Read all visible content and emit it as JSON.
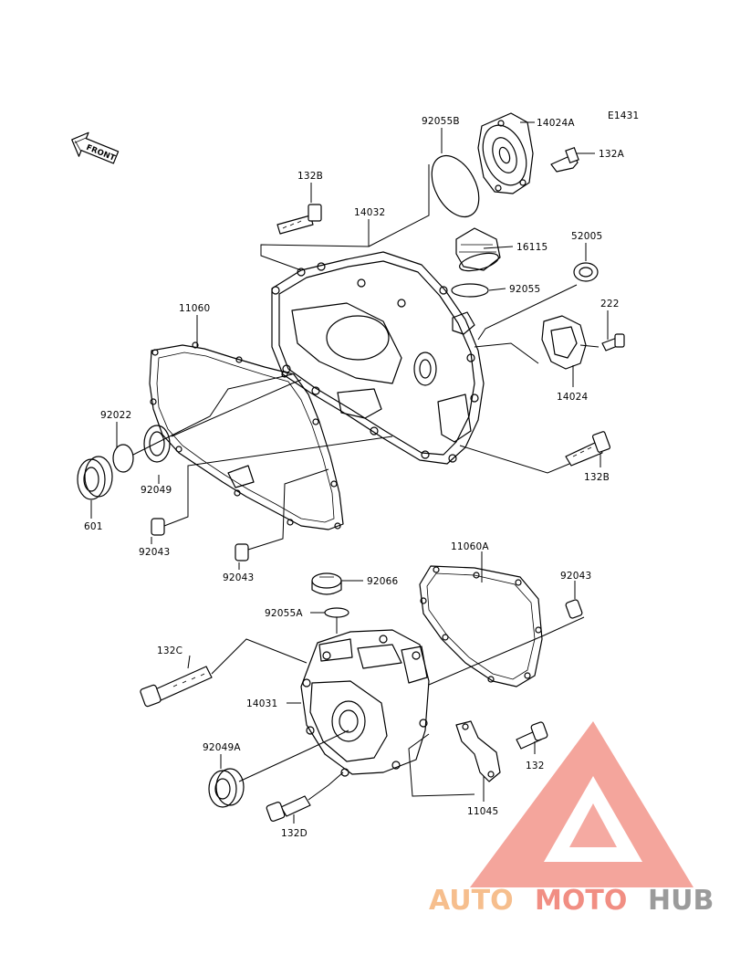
{
  "diagram_code": "E1431",
  "front_label": "FRONT",
  "watermark": {
    "part1": "AUTO",
    "part2": "MOTO",
    "part3": "HUB",
    "color_orange": "#f5b37a",
    "color_red": "#ef7b6e",
    "color_grey": "#8a8a8a"
  },
  "callouts": [
    {
      "id": "92055B",
      "text": "92055B"
    },
    {
      "id": "14024A",
      "text": "14024A"
    },
    {
      "id": "132A",
      "text": "132A"
    },
    {
      "id": "132B-top",
      "text": "132B"
    },
    {
      "id": "14032",
      "text": "14032"
    },
    {
      "id": "16115",
      "text": "16115"
    },
    {
      "id": "52005",
      "text": "52005"
    },
    {
      "id": "92055",
      "text": "92055"
    },
    {
      "id": "222",
      "text": "222"
    },
    {
      "id": "11060",
      "text": "11060"
    },
    {
      "id": "14024",
      "text": "14024"
    },
    {
      "id": "92022",
      "text": "92022"
    },
    {
      "id": "132B-right",
      "text": "132B"
    },
    {
      "id": "92049",
      "text": "92049"
    },
    {
      "id": "601",
      "text": "601"
    },
    {
      "id": "92043-left",
      "text": "92043"
    },
    {
      "id": "92043-mid",
      "text": "92043"
    },
    {
      "id": "11060A",
      "text": "11060A"
    },
    {
      "id": "92043-right",
      "text": "92043"
    },
    {
      "id": "92066",
      "text": "92066"
    },
    {
      "id": "92055A",
      "text": "92055A"
    },
    {
      "id": "132C",
      "text": "132C"
    },
    {
      "id": "14031",
      "text": "14031"
    },
    {
      "id": "92049A",
      "text": "92049A"
    },
    {
      "id": "132",
      "text": "132"
    },
    {
      "id": "11045",
      "text": "11045"
    },
    {
      "id": "132D",
      "text": "132D"
    }
  ]
}
